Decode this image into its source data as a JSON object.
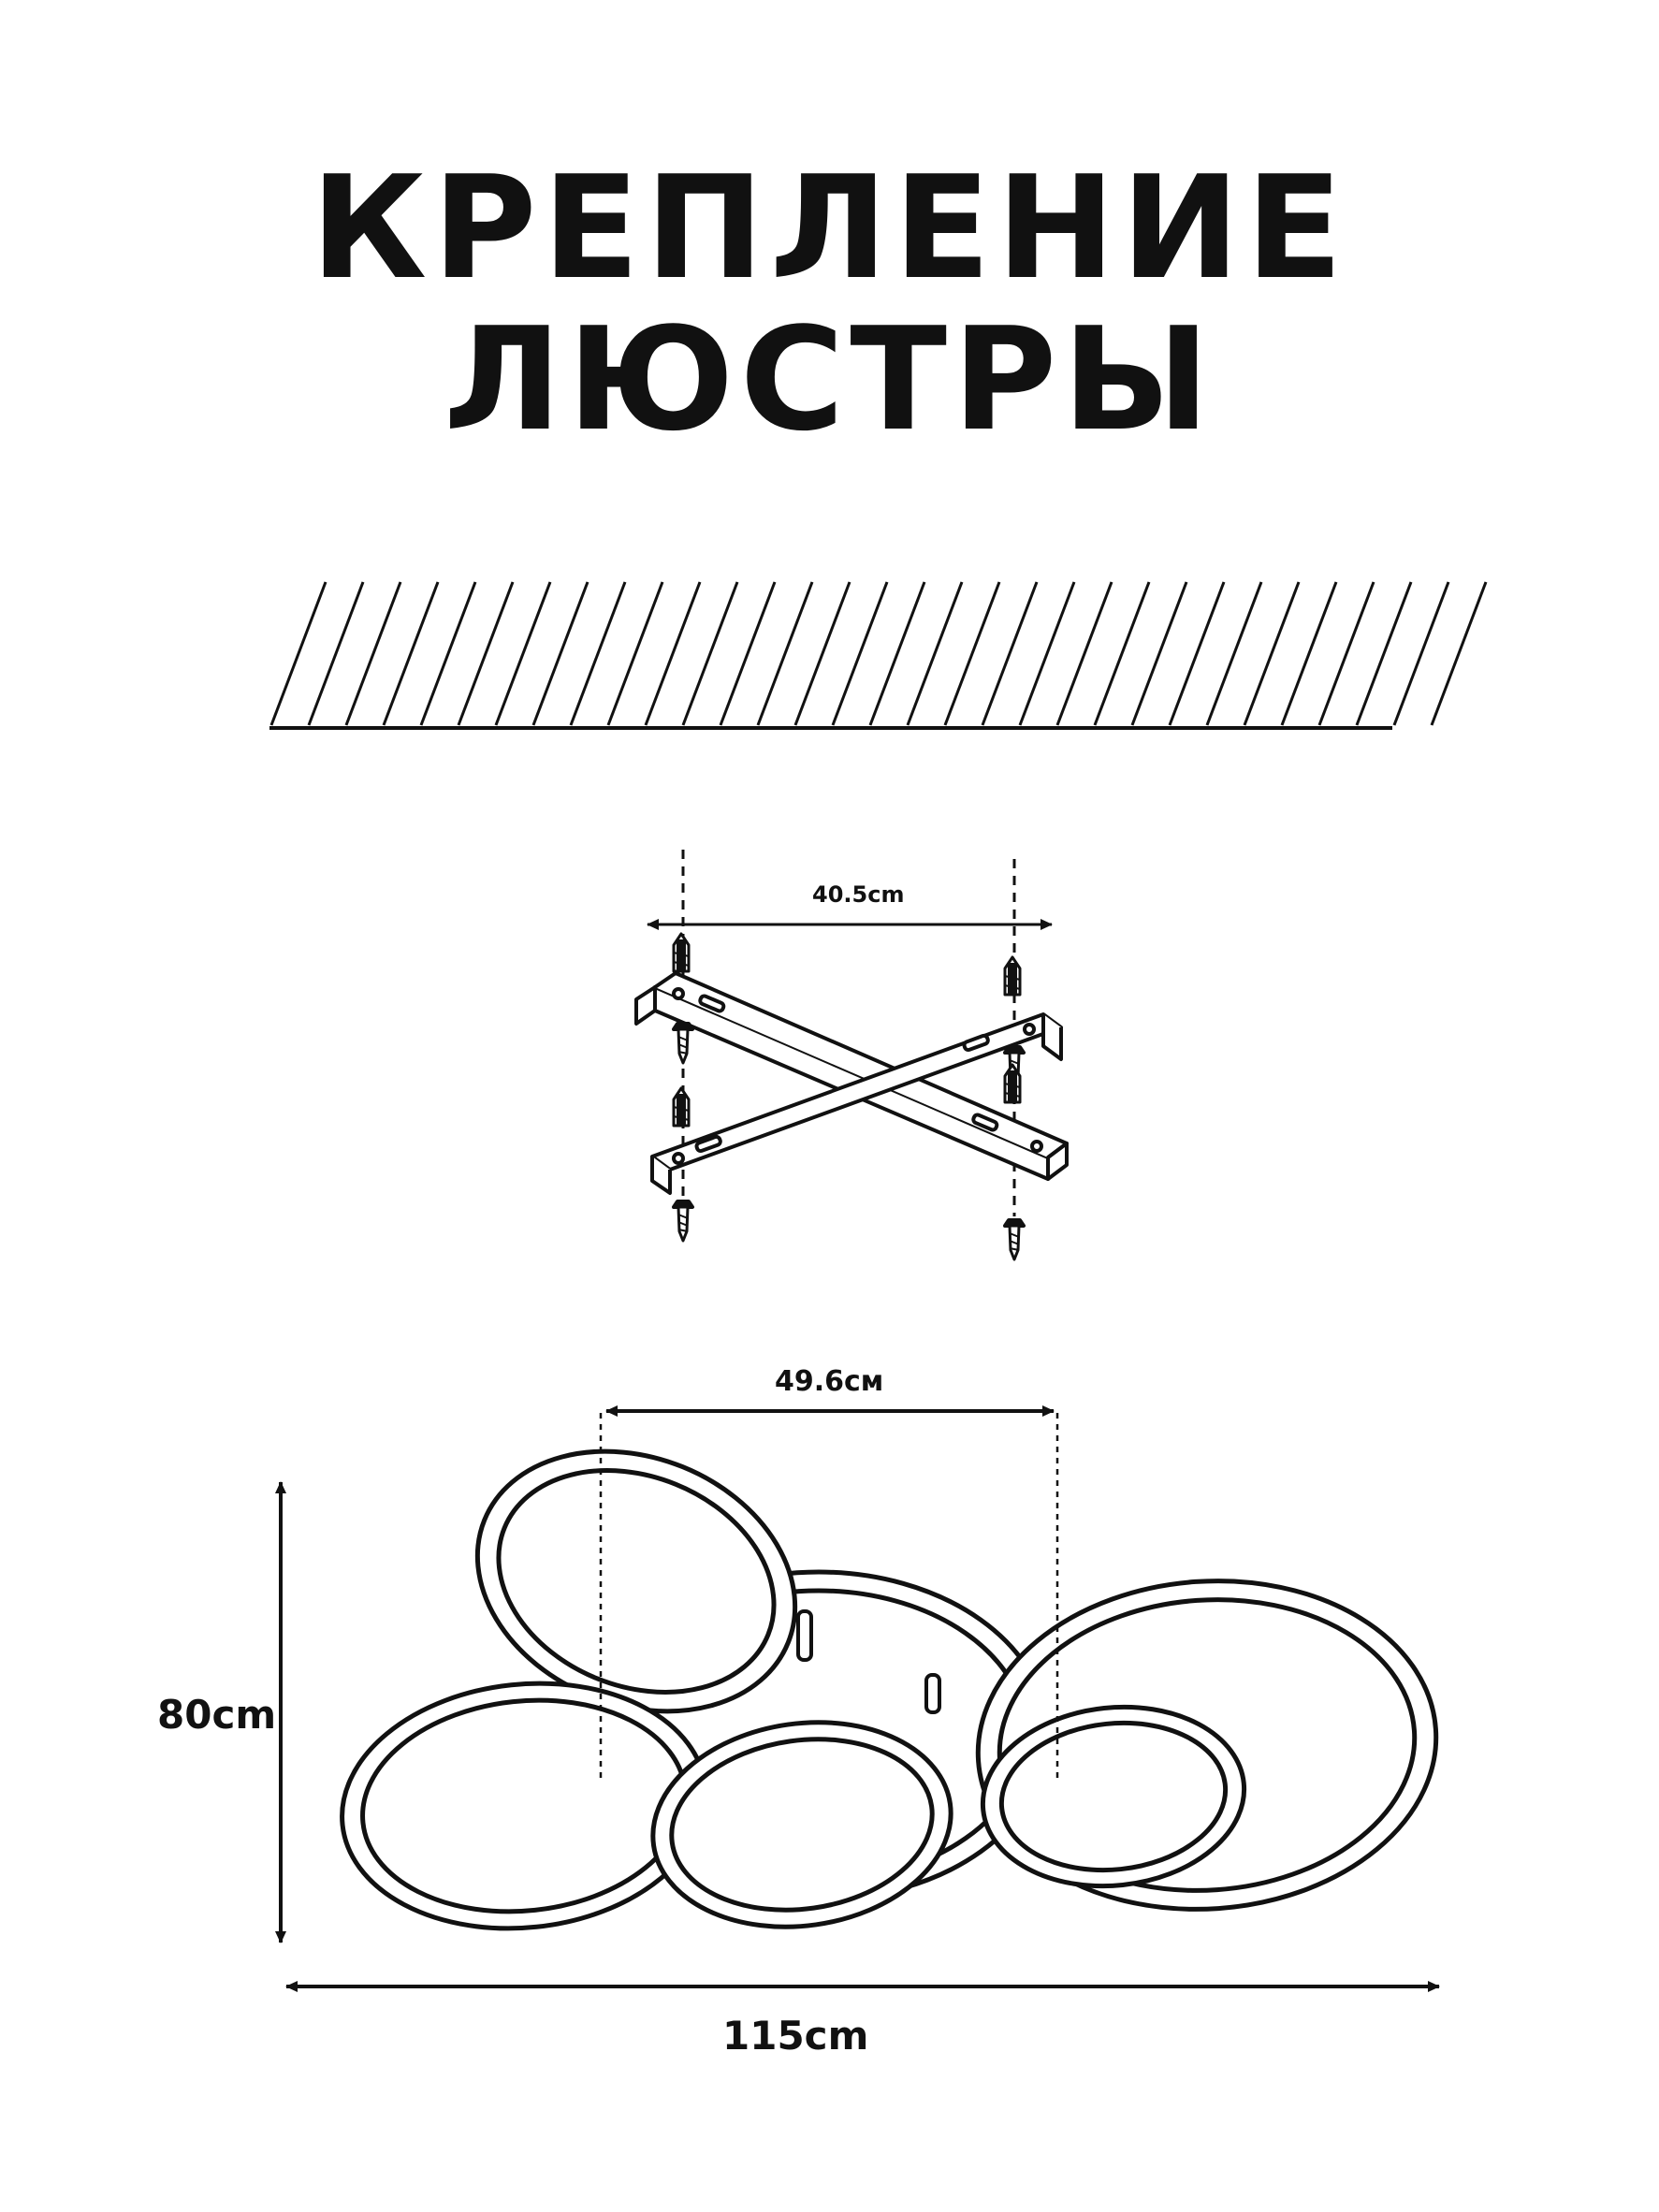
{
  "title": {
    "line1": "КРЕПЛЕНИЕ",
    "line2": "ЛЮСТРЫ"
  },
  "dimensions": {
    "bracket_span": "40.5cm",
    "inner_ring_span": "49.6см",
    "height": "80cm",
    "width": "115cm"
  },
  "colors": {
    "ink": "#111111",
    "background": "#ffffff"
  }
}
